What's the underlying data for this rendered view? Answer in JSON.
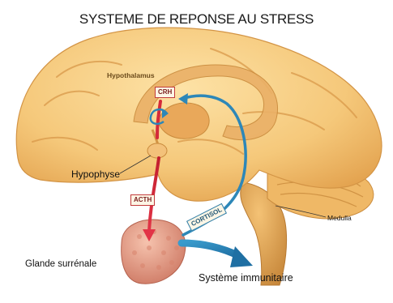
{
  "diagram": {
    "title": "SYSTEME DE REPONSE AU STRESS",
    "labels": {
      "hypothalamus": "Hypothalamus",
      "hypophyse": "Hypophyse",
      "medulla": "Medulla",
      "glande": "Glande surrénale",
      "immunitaire": "Système immunitaire"
    },
    "hormones": {
      "crh": "CRH",
      "acth": "ACTH",
      "cortisol": "CORTISOL"
    },
    "colors": {
      "brain": "#f5c87a",
      "brain_shadow": "#d99a44",
      "gland": "#e8a08a",
      "red_pathway": "#d42a3a",
      "blue_pathway": "#2d87b8",
      "immune_arrow": "#2a7fb6"
    }
  }
}
